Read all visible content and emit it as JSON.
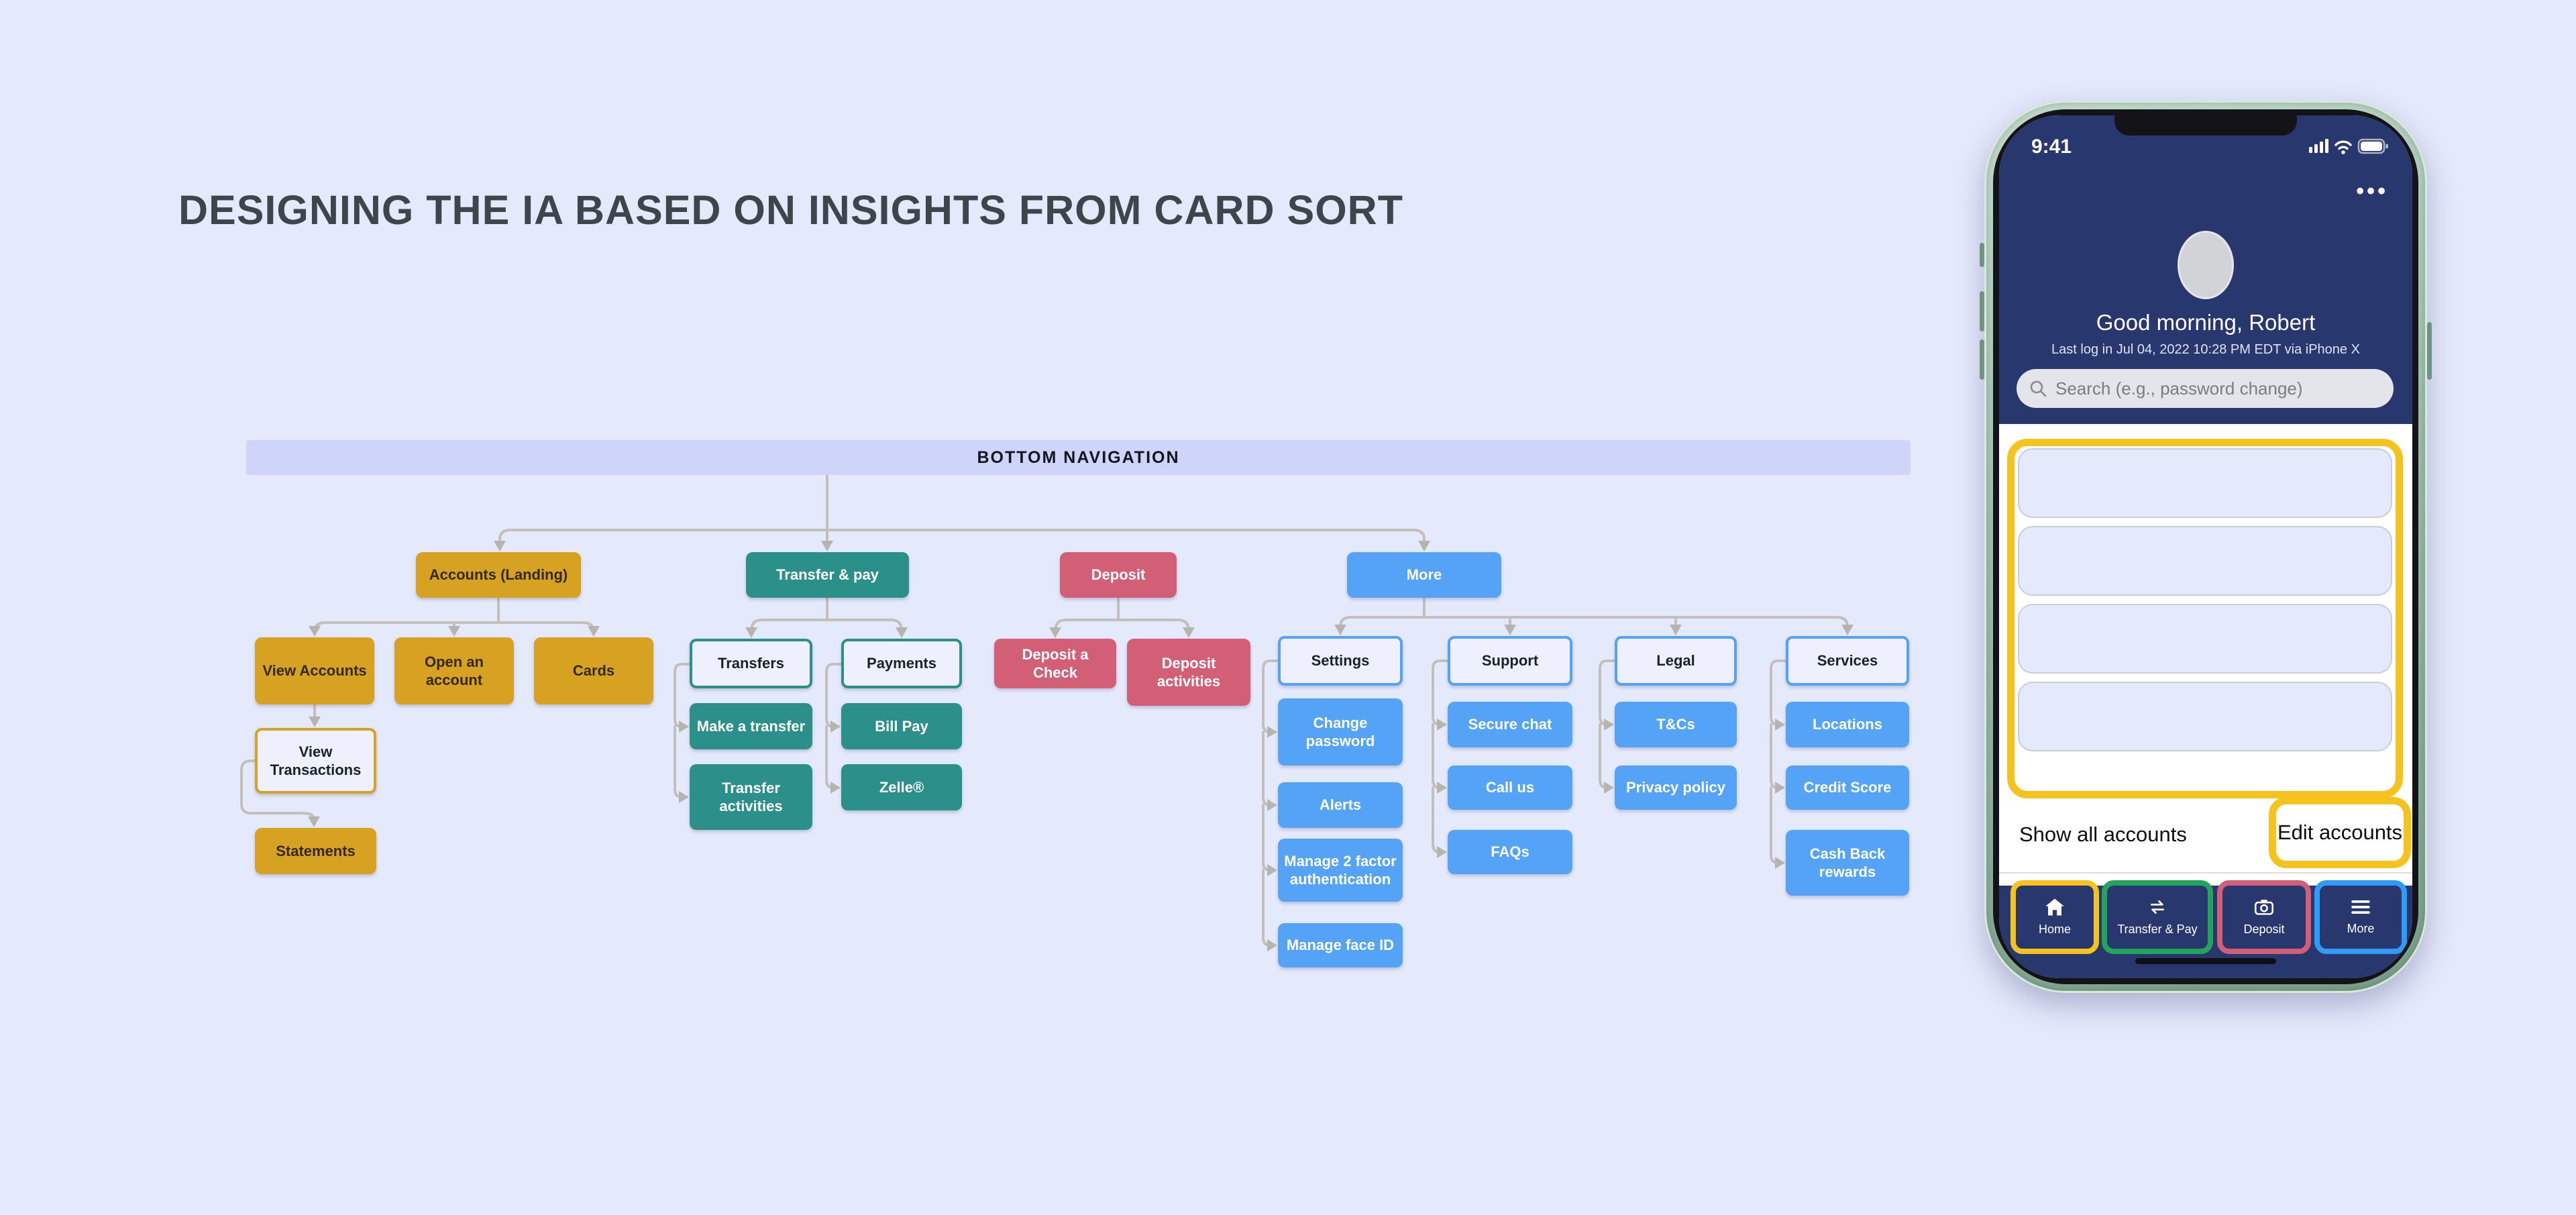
{
  "page": {
    "title": "DESIGNING THE IA BASED ON INSIGHTS FROM CARD SORT"
  },
  "diagram": {
    "bar_label": "BOTTOM NAVIGATION",
    "nodes": {
      "accounts": "Accounts (Landing)",
      "view_accounts": "View Accounts",
      "open_account": "Open an account",
      "cards": "Cards",
      "view_transactions": "View Transactions",
      "statements": "Statements",
      "transfer_pay": "Transfer & pay",
      "transfers": "Transfers",
      "payments": "Payments",
      "make_transfer": "Make a transfer",
      "transfer_activities": "Transfer activities",
      "bill_pay": "Bill Pay",
      "zelle": "Zelle®",
      "deposit": "Deposit",
      "deposit_check": "Deposit a Check",
      "deposit_activities": "Deposit activities",
      "more": "More",
      "settings": "Settings",
      "change_password": "Change password",
      "alerts": "Alerts",
      "manage_2fa": "Manage 2 factor authentication",
      "manage_face_id": "Manage face ID",
      "support": "Support",
      "secure_chat": "Secure chat",
      "call_us": "Call us",
      "faqs": "FAQs",
      "legal": "Legal",
      "tcs": "T&Cs",
      "privacy_policy": "Privacy policy",
      "services": "Services",
      "locations": "Locations",
      "credit_score": "Credit Score",
      "cashback": "Cash Back rewards"
    }
  },
  "phone": {
    "status": {
      "time": "9:41"
    },
    "menu_icon": "•••",
    "greeting": "Good morning, Robert",
    "last_login": "Last log in Jul 04, 2022 10:28 PM EDT via iPhone X",
    "search": {
      "placeholder": "Search (e.g., password change)"
    },
    "accounts_panel": {
      "account_card_count": 4,
      "show_all": "Show all accounts",
      "edit": "Edit accounts"
    },
    "nav": {
      "home": "Home",
      "transfer": "Transfer & Pay",
      "deposit": "Deposit",
      "more": "More"
    }
  },
  "colors": {
    "background": "#e5e9fc",
    "bar_fill": "#ced5f9",
    "gold": "#d7a121",
    "teal": "#2b9089",
    "rose": "#d25f76",
    "blue": "#54a3f7",
    "connector": "#c3c0bb",
    "phone_navy": "#28376d",
    "annotation_yellow": "#f5c31b",
    "nav_outline_green": "#23a45b",
    "nav_outline_blue": "#2f9bf6",
    "frame_green": "#9dbfad"
  }
}
